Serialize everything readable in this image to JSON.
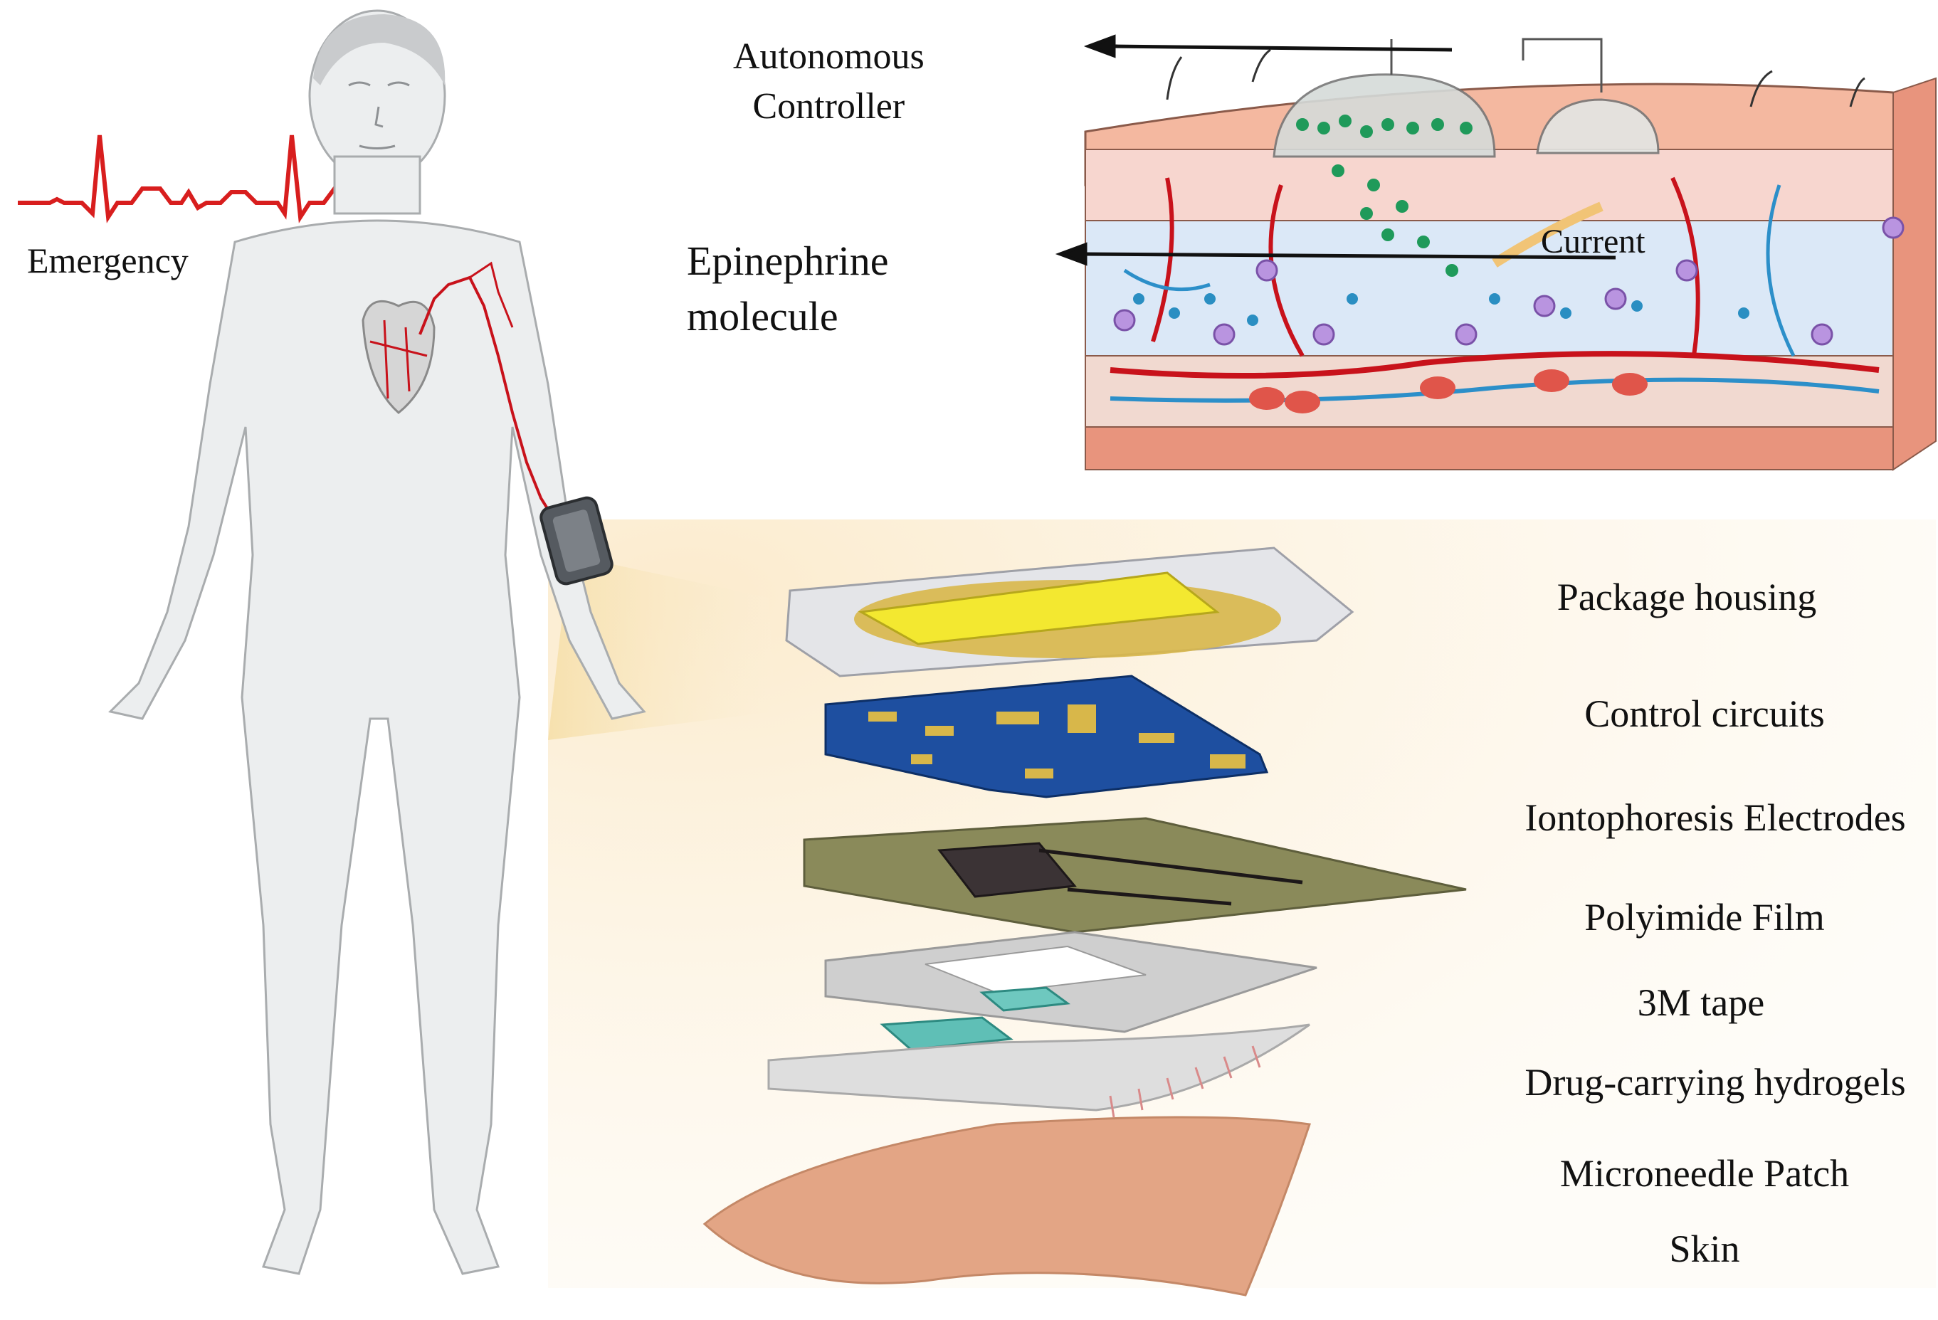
{
  "labels": {
    "emergency": "Emergency",
    "autonomous_controller": [
      "Autonomous",
      "Controller"
    ],
    "epinephrine_molecule": [
      "Epinephrine",
      "molecule"
    ],
    "current": "Current"
  },
  "layers": [
    "Package housing",
    "Control circuits",
    "Iontophoresis Electrodes",
    "Polyimide Film",
    "3M tape",
    "Drug-carrying hydrogels",
    "Microneedle Patch",
    "Skin"
  ],
  "colors": {
    "ecg": "#d81e1e",
    "skin_top": "#f4b8a0",
    "dermis": "#f7d6cf",
    "subcutis": "#dbe8f7",
    "muscle": "#e8947d",
    "vessel_red": "#c8121b",
    "vessel_blue": "#2c8fc9",
    "molecule_green": "#1f9a5a",
    "molecule_teal": "#2a8ec2",
    "cell_purple": "#9c6cc8",
    "pcb_blue": "#1e4fa0",
    "gold": "#d8b74a",
    "housing_yellow": "#f3e830",
    "polyimide": "#8a8a5a",
    "tape_gray": "#cfcfcf",
    "hydrogel": "#5fbfb6",
    "skin_patch": "#e3a585"
  }
}
